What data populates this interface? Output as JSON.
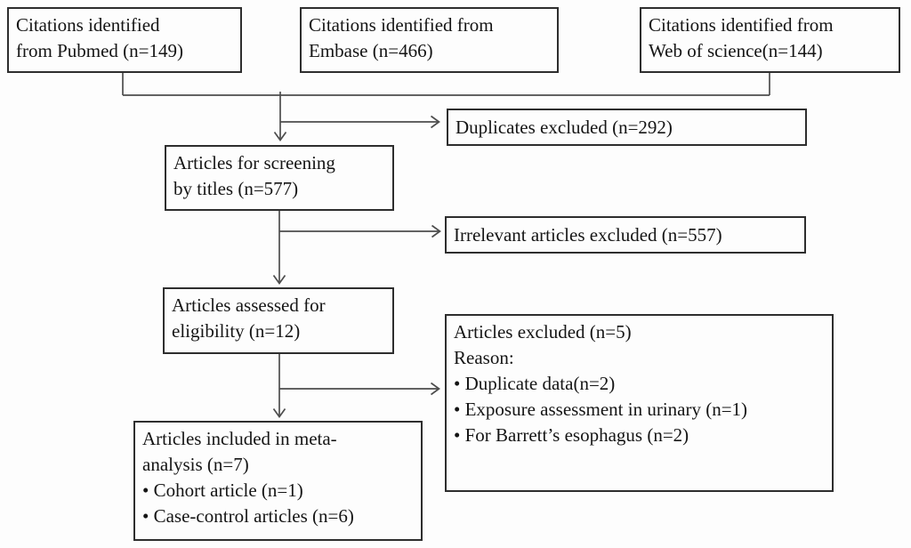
{
  "colors": {
    "background": "#fdfdfd",
    "box_border": "#2e2e2e",
    "text": "#151515",
    "connector": "#4d4d4d"
  },
  "boxes": {
    "pubmed": {
      "lines": [
        "Citations identified",
        "from Pubmed (n=149)"
      ]
    },
    "embase": {
      "lines": [
        "Citations identified from",
        "Embase (n=466)"
      ]
    },
    "web_of_science": {
      "lines": [
        "Citations identified from",
        "Web of science(n=144)"
      ]
    },
    "duplicates_excluded": {
      "lines": [
        "Duplicates excluded (n=292)"
      ]
    },
    "screening_by_titles": {
      "lines": [
        "Articles for screening",
        "by titles (n=577)"
      ]
    },
    "irrelevant_excluded": {
      "lines": [
        "Irrelevant articles excluded (n=557)"
      ]
    },
    "assessed_for_eligibility": {
      "lines": [
        "Articles assessed for",
        "eligibility (n=12)"
      ]
    },
    "excluded_with_reasons": {
      "lines": [
        "Articles excluded (n=5)",
        "Reason:",
        "• Duplicate data(n=2)",
        "• Exposure assessment in urinary (n=1)",
        "• For Barrett’s esophagus (n=2)"
      ]
    },
    "included_in_meta_analysis": {
      "lines": [
        "Articles included in meta-",
        "analysis (n=7)",
        "• Cohort article (n=1)",
        "• Case-control articles (n=6)"
      ]
    }
  },
  "arrows": [
    {
      "from": "citations_merge",
      "to": "screening_by_titles"
    },
    {
      "from": "citations_merge",
      "to": "duplicates_excluded"
    },
    {
      "from": "screening_by_titles",
      "to": "assessed_for_eligibility"
    },
    {
      "from": "screening_by_titles",
      "to": "irrelevant_excluded"
    },
    {
      "from": "assessed_for_eligibility",
      "to": "included_in_meta_analysis"
    },
    {
      "from": "assessed_for_eligibility",
      "to": "excluded_with_reasons"
    }
  ]
}
